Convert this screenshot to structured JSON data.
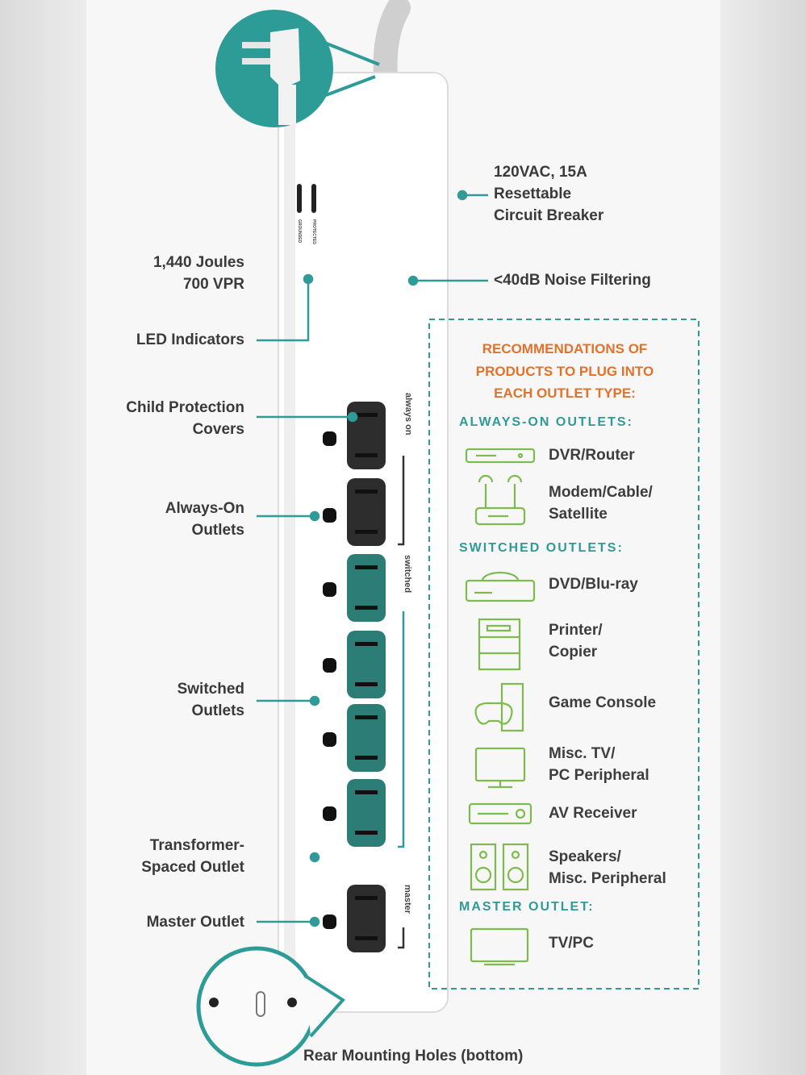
{
  "left_labels": {
    "joules": "1,440 Joules\n700 VPR",
    "led": "LED Indicators",
    "child": "Child Protection\nCovers",
    "always_on": "Always-On\nOutlets",
    "switched": "Switched\nOutlets",
    "transformer": "Transformer-\nSpaced Outlet",
    "master": "Master Outlet"
  },
  "right_labels": {
    "breaker": "120VAC, 15A\nResettable\nCircuit Breaker",
    "noise": "<40dB Noise Filtering"
  },
  "strip_tags": {
    "always_on": "always on",
    "switched": "switched",
    "master": "master",
    "led_top": "PROTECTED",
    "led_bottom": "GROUNDED"
  },
  "recommendations": {
    "title": "RECOMMENDATIONS OF\nPRODUCTS TO PLUG INTO\nEACH OUTLET TYPE:",
    "sections": {
      "always_on": "ALWAYS-ON OUTLETS:",
      "switched": "SWITCHED OUTLETS:",
      "master": "MASTER OUTLET:"
    },
    "items": {
      "dvr": "DVR/Router",
      "modem": "Modem/Cable/\nSatellite",
      "dvd": "DVD/Blu-ray",
      "printer": "Printer/\nCopier",
      "game": "Game Console",
      "tv_misc": "Misc. TV/\nPC Peripheral",
      "av": "AV Receiver",
      "speakers": "Speakers/\nMisc. Peripheral",
      "tvpc": "TV/PC"
    }
  },
  "mounting_caption": "Rear Mounting Holes (bottom)",
  "colors": {
    "teal": "#2f9a98",
    "orange": "#e2722a",
    "green_icon": "#7dbb4c",
    "outlet_dark": "#2d2d2d",
    "outlet_teal": "#2c7d76"
  }
}
